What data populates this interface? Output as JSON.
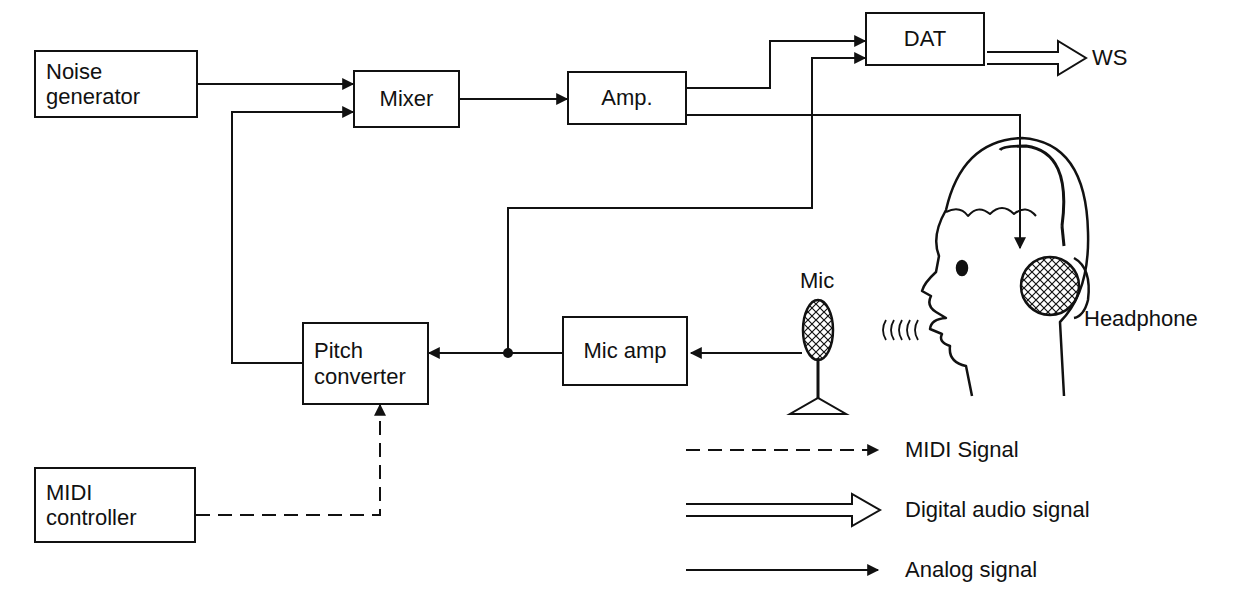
{
  "diagram": {
    "nodes": [
      {
        "text": [
          "Noise generator"
        ]
      },
      {
        "text": [
          "Mixer"
        ]
      },
      {
        "text": [
          "Amp."
        ]
      },
      {
        "text": [
          "DAT"
        ]
      },
      {
        "text": [
          "Pitch converter"
        ]
      },
      {
        "text": [
          "Mic amp"
        ]
      },
      {
        "text": [
          "MIDI controller"
        ]
      }
    ],
    "edges": [
      {
        "from": 0,
        "to": 1,
        "arrow": "to"
      },
      {
        "from": 1,
        "to": 2,
        "arrow": "to"
      },
      {
        "from": 2,
        "to": 3,
        "arrow": "to"
      },
      {
        "from": 4,
        "to": 1,
        "arrow": "to"
      },
      {
        "from": 6,
        "to": 4,
        "arrow": "to"
      },
      {
        "from": 5,
        "to": 4,
        "arrow": "to"
      },
      {
        "from": 5,
        "to": 3,
        "arrow": "to"
      }
    ],
    "labels": [
      "WS",
      "Mic",
      "Headphone"
    ],
    "legend": [
      {
        "text": "MIDI Signal"
      },
      {
        "text": "Digital audio signal"
      },
      {
        "text": "Analog signal"
      }
    ]
  }
}
